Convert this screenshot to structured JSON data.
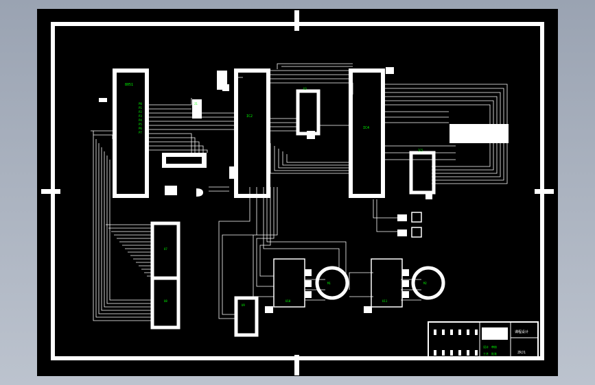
{
  "sheet": {
    "background": "#000000",
    "line_color": "#ffffff",
    "text_color": "#00ff00"
  },
  "components": {
    "u1": {
      "label": "8051",
      "pin_labels": [
        "P0",
        "P1",
        "P2",
        "P3",
        "P4",
        "P5",
        "P6",
        "P7"
      ]
    },
    "u2": {
      "label": "IC2"
    },
    "u3": {
      "label": "U3"
    },
    "u4": {
      "label": "IC4"
    },
    "u5": {
      "label": "IC5"
    },
    "j1": {
      "label": "J1"
    },
    "u7a": {
      "label": "U7"
    },
    "u7b": {
      "label": "U8"
    },
    "u9": {
      "label": "U9"
    },
    "m1": {
      "label": "M1"
    },
    "m2": {
      "label": "M2"
    },
    "u10": {
      "label": "U10"
    },
    "u11": {
      "label": "U11"
    }
  },
  "title_block": {
    "name": "课程设计",
    "code": "ZRJ1",
    "rows": [
      "设计",
      "审核",
      "工艺",
      "批准"
    ]
  }
}
